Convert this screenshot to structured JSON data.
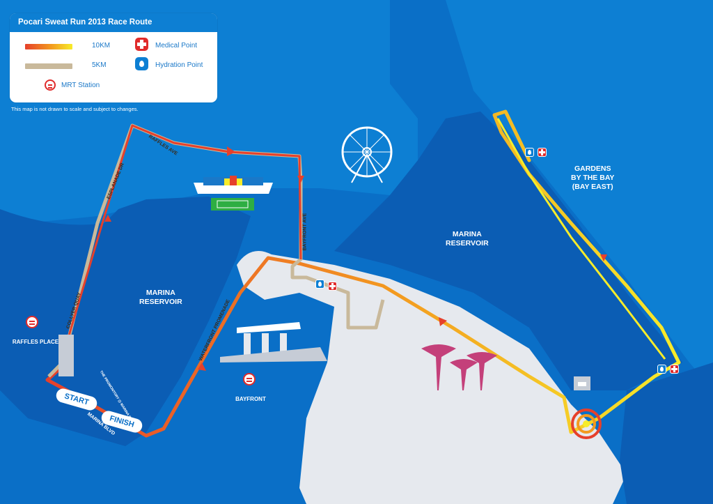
{
  "legend": {
    "title": "Pocari Sweat Run 2013 Race Route",
    "items": {
      "route_10km": "10KM",
      "route_5km": "5KM",
      "medical_point": "Medical Point",
      "hydration_point": "Hydration Point",
      "mrt_station": "MRT Station"
    },
    "disclaimer": "This map is not drawn to scale and subject to changes."
  },
  "areas": {
    "marina_reservoir_left": "MARINA\nRESERVOIR",
    "marina_reservoir_right": "MARINA\nRESERVOIR",
    "gardens_by_the_bay": "GARDENS\nBY THE BAY\n(BAY EAST)"
  },
  "stations": {
    "raffles_place": "RAFFLES PLACE",
    "bayfront": "BAYFRONT"
  },
  "streets": {
    "raffles_ave": "RAFFLES AVE",
    "esplanade_dr": "ESPLANADE DR",
    "collyer_quay": "COLLYER QUAY",
    "bayfront_ave": "BAYFRONT AVE",
    "waterfront_promenade": "WATERFRONT PROMENADE",
    "marina_blvd": "MARINA BLVD",
    "the_promontory": "THE PROMONTORY @ MARINA BAY"
  },
  "markers": {
    "start": "START",
    "finish": "FINISH"
  },
  "colors": {
    "sea": "#0a6fc7",
    "water_deep": "#0b5db4",
    "land": "#e6e9ee",
    "route_10km_start": "#e6402b",
    "route_10km_end": "#f7ec2a",
    "route_5km": "#c9b99b",
    "medical": "#e02b2b",
    "hydration": "#0d7fd3"
  },
  "icons": {
    "medical": "red-cross-icon",
    "hydration": "water-drop-icon",
    "mrt": "mrt-logo-icon",
    "singapore_flyer": "ferris-wheel-icon",
    "floating_platform": "stadium-icon",
    "marina_bay_sands": "hotel-icon",
    "supertrees": "supertree-icon"
  }
}
